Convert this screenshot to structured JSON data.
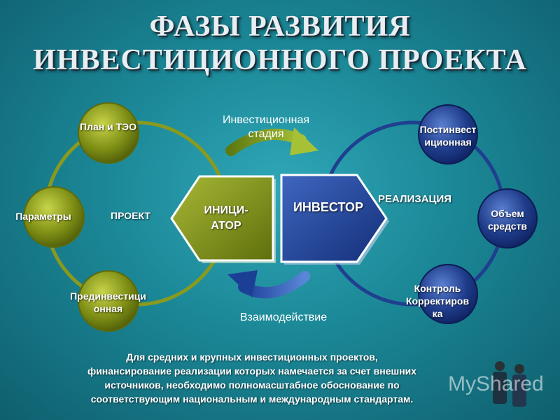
{
  "title": {
    "line1": "ФАЗЫ РАЗВИТИЯ",
    "line2": "ИНВЕСТИЦИОННОГО ПРОЕКТА"
  },
  "left_cycle": {
    "center_label": "ПРОЕКТ",
    "nodes": {
      "plan": "План и ТЭО",
      "params": "Параметры",
      "preinvest_l1": "Прединвестици",
      "preinvest_l2": "онная"
    },
    "color": "#8a9a1e"
  },
  "right_cycle": {
    "center_label": "РЕАЛИЗАЦИЯ",
    "nodes": {
      "postinvest_l1": "Постинвест",
      "postinvest_l2": "иционная",
      "volume_l1": "Объем",
      "volume_l2": "средств",
      "control_l1": "Контроль",
      "control_l2": "Корректиров",
      "control_l3": "ка"
    },
    "color": "#1f3f8f"
  },
  "arrows": {
    "top_l1": "Инвестиционная",
    "top_l2": "стадия",
    "bottom": "Взаимодействие"
  },
  "initiator": {
    "l1": "ИНИЦИ-",
    "l2": "АТОР"
  },
  "investor": {
    "label": "ИНВЕСТОР"
  },
  "note": {
    "l1": "Для средних и крупных инвестиционных проектов,",
    "l2": "финансирование реализации которых намечается за счет внешних",
    "l3": "источников, необходимо полномасштабное обоснование по",
    "l4": "соответствующим национальным и международным стандартам."
  },
  "watermark": "MyShared"
}
